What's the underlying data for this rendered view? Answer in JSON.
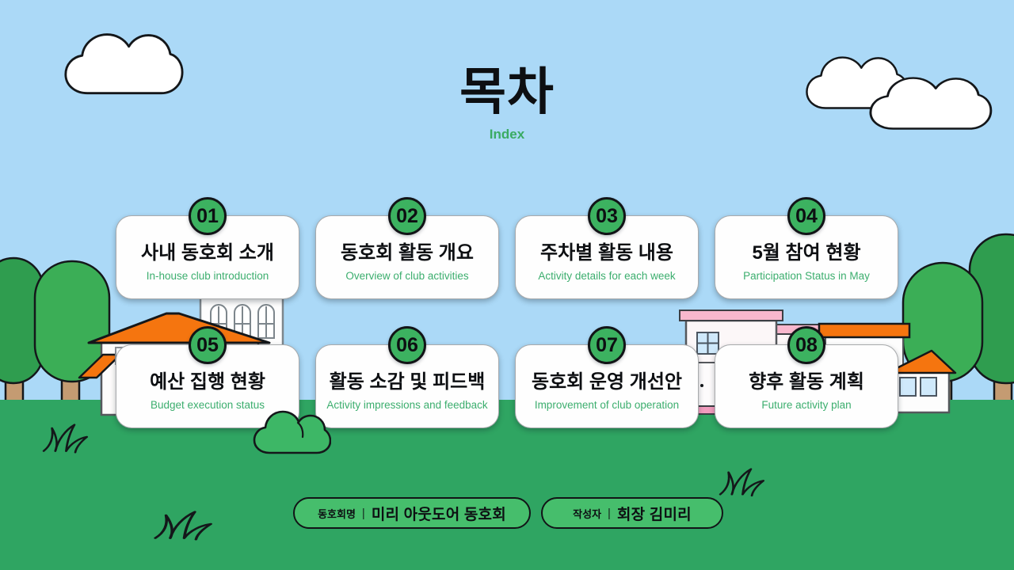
{
  "slide": {
    "title": "목차",
    "subtitle": "Index"
  },
  "items": [
    {
      "number": "01",
      "title": "사내 동호회 소개",
      "subtitle": "In-house club introduction"
    },
    {
      "number": "02",
      "title": "동호회 활동 개요",
      "subtitle": "Overview of club activities"
    },
    {
      "number": "03",
      "title": "주차별 활동 내용",
      "subtitle": "Activity details for each week"
    },
    {
      "number": "04",
      "title": "5월 참여 현황",
      "subtitle": "Participation Status in May"
    },
    {
      "number": "05",
      "title": "예산 집행 현황",
      "subtitle": "Budget execution status"
    },
    {
      "number": "06",
      "title": "활동 소감 및 피드백",
      "subtitle": "Activity impressions and feedback"
    },
    {
      "number": "07",
      "title": "동호회 운영 개선안",
      "subtitle": "Improvement of club operation"
    },
    {
      "number": "08",
      "title": "향후 활동 계획",
      "subtitle": "Future activity plan"
    }
  ],
  "footer": {
    "badges": [
      {
        "label": "동호회명",
        "separator": "|",
        "value": "미리 아웃도어 동호회"
      },
      {
        "label": "작성자",
        "separator": "|",
        "value": "회장 김미리"
      }
    ]
  },
  "colors": {
    "sky": "#abd9f7",
    "grass": "#2fa562",
    "accent_green": "#3cae6e",
    "number_badge_green": "#3cb260",
    "footer_badge_green": "#46be6c",
    "roof_orange": "#f5750f",
    "roof_pink": "#f8b7cd",
    "card_bg": "#fefefe",
    "text_black": "#0d0f12"
  }
}
